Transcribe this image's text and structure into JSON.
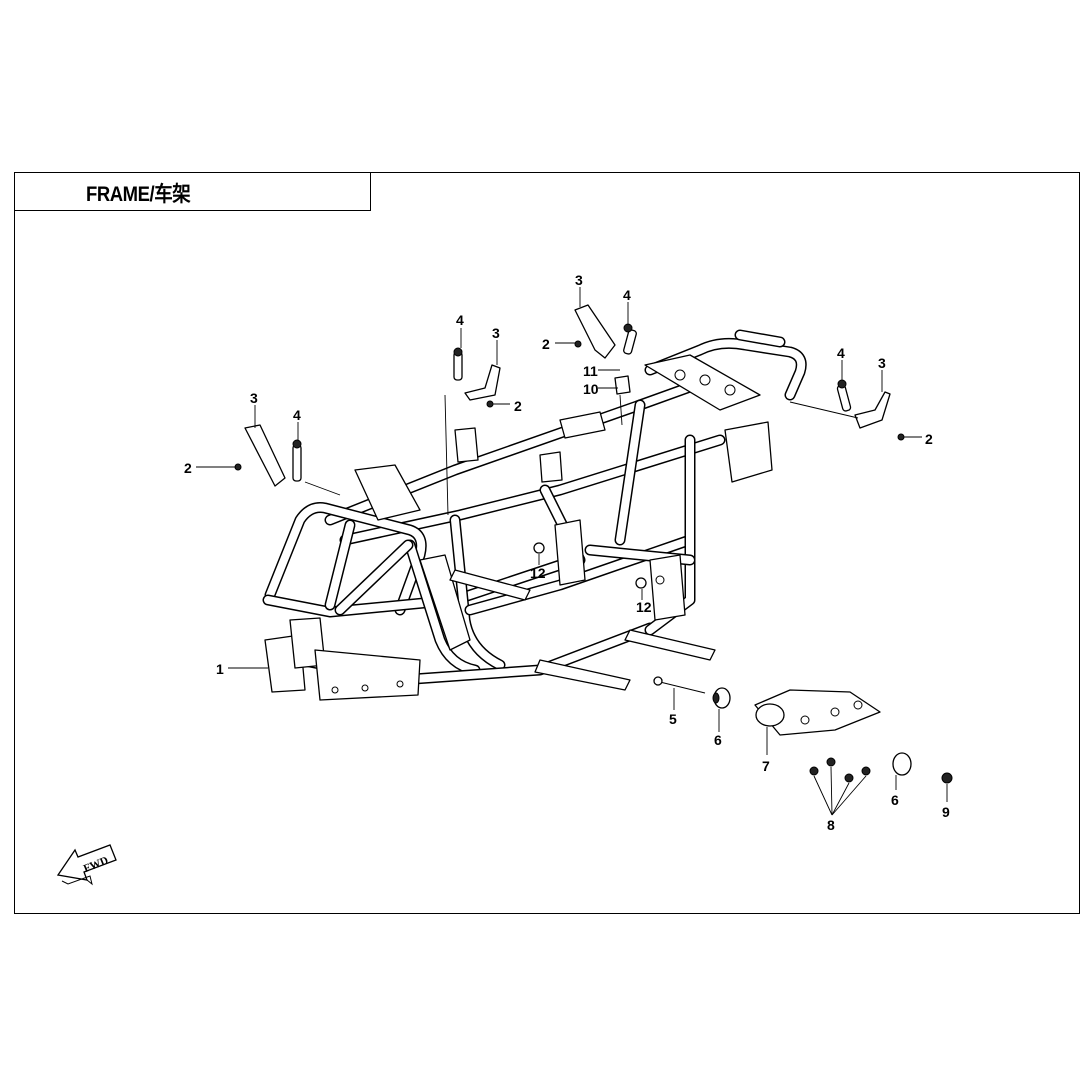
{
  "title": "FRAME/车架",
  "fwd_label": "FWD",
  "callouts": [
    {
      "id": "c1",
      "label": "1"
    },
    {
      "id": "c2a",
      "label": "2"
    },
    {
      "id": "c2b",
      "label": "2"
    },
    {
      "id": "c2c",
      "label": "2"
    },
    {
      "id": "c2d",
      "label": "2"
    },
    {
      "id": "c3a",
      "label": "3"
    },
    {
      "id": "c3b",
      "label": "3"
    },
    {
      "id": "c3c",
      "label": "3"
    },
    {
      "id": "c3d",
      "label": "3"
    },
    {
      "id": "c4a",
      "label": "4"
    },
    {
      "id": "c4b",
      "label": "4"
    },
    {
      "id": "c4c",
      "label": "4"
    },
    {
      "id": "c4d",
      "label": "4"
    },
    {
      "id": "c5",
      "label": "5"
    },
    {
      "id": "c6a",
      "label": "6"
    },
    {
      "id": "c6b",
      "label": "6"
    },
    {
      "id": "c7",
      "label": "7"
    },
    {
      "id": "c8",
      "label": "8"
    },
    {
      "id": "c9",
      "label": "9"
    },
    {
      "id": "c10",
      "label": "10"
    },
    {
      "id": "c11",
      "label": "11"
    },
    {
      "id": "c12a",
      "label": "12"
    },
    {
      "id": "c12b",
      "label": "12"
    }
  ]
}
